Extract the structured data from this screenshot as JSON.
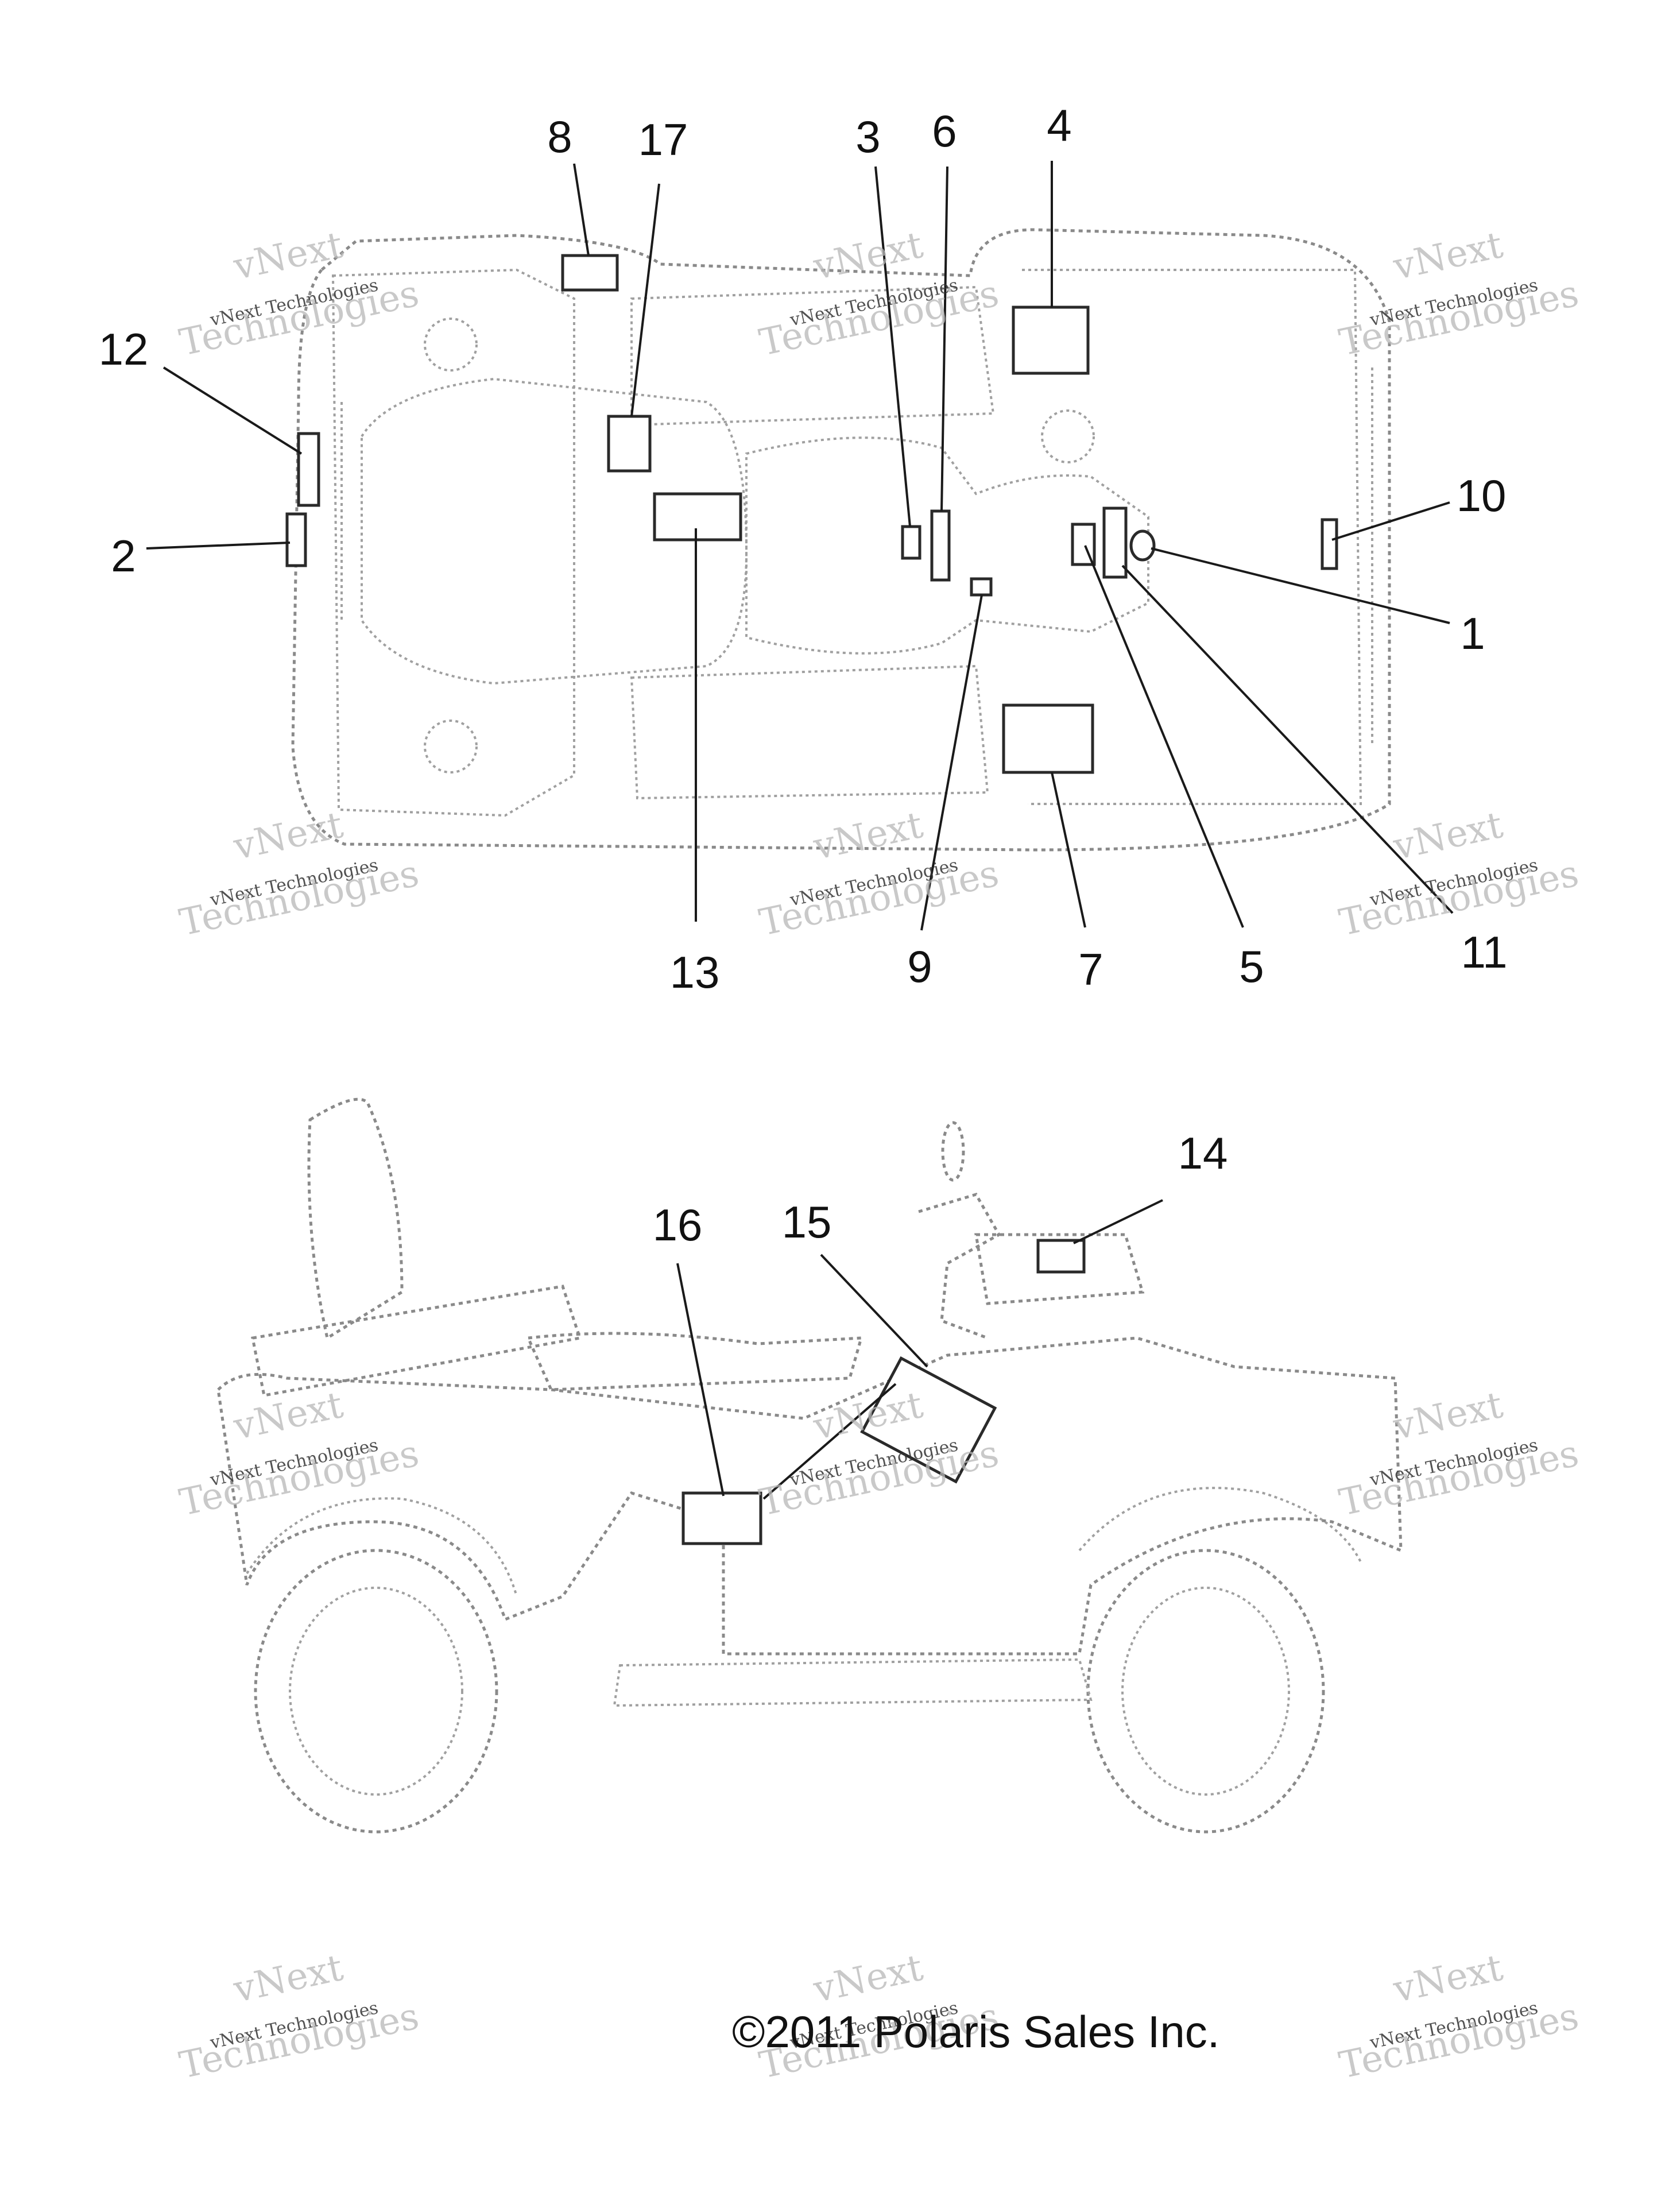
{
  "callouts": {
    "c1": "1",
    "c2": "2",
    "c3": "3",
    "c4": "4",
    "c5": "5",
    "c6": "6",
    "c7": "7",
    "c8": "8",
    "c9": "9",
    "c10": "10",
    "c11": "11",
    "c12": "12",
    "c13": "13",
    "c14": "14",
    "c15": "15",
    "c16": "16",
    "c17": "17"
  },
  "watermark": {
    "line1": "vNext",
    "line2": "vNext Technologies",
    "line3": "Technologies"
  },
  "copyright": "©2011 Polaris Sales Inc.",
  "colors": {
    "outline": "#8a8a8a",
    "ink": "#111111",
    "watermark": "#b8b8b8"
  }
}
